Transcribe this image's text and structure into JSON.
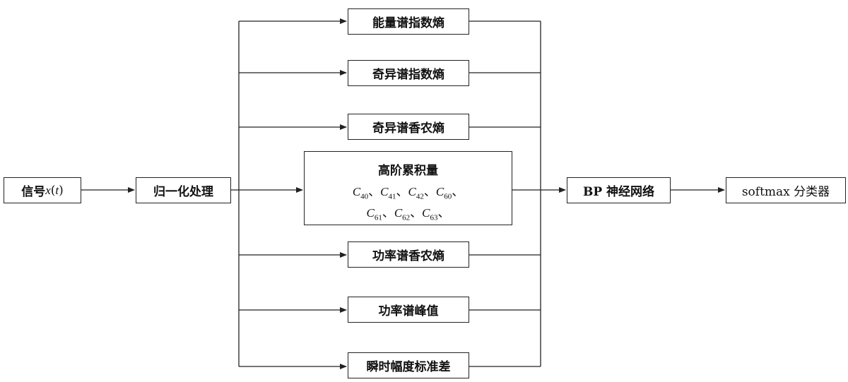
{
  "input": {
    "label_prefix": "信号 ",
    "label_var": "x",
    "label_paren_open": "(",
    "label_arg": "t",
    "label_paren_close": ")"
  },
  "normalize": {
    "label": "归一化处理"
  },
  "features": [
    {
      "label": "能量谱指数熵"
    },
    {
      "label": "奇异谱指数熵"
    },
    {
      "label": "奇异谱香农熵"
    },
    {
      "label": "功率谱香农熵"
    },
    {
      "label": "功率谱峰值"
    },
    {
      "label": "瞬时幅度标准差"
    }
  ],
  "cumulants": {
    "title": "高阶累积量",
    "line1": [
      {
        "sym": "C",
        "sub": "40"
      },
      {
        "sym": "C",
        "sub": "41"
      },
      {
        "sym": "C",
        "sub": "42"
      },
      {
        "sym": "C",
        "sub": "60"
      }
    ],
    "line2": [
      {
        "sym": "C",
        "sub": "61"
      },
      {
        "sym": "C",
        "sub": "62"
      },
      {
        "sym": "C",
        "sub": "63"
      }
    ],
    "separator": "、"
  },
  "network": {
    "label": "BP 神经网络"
  },
  "classifier": {
    "label": "softmax 分类器"
  }
}
